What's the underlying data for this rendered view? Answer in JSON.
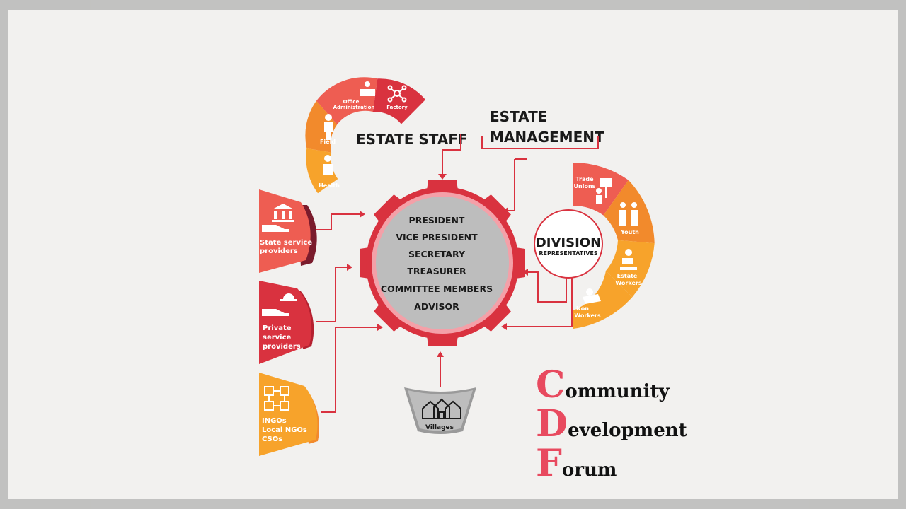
{
  "colors": {
    "red": "#d9323f",
    "red_dark": "#b5202f",
    "maroon": "#7a1b2c",
    "coral": "#ee5d52",
    "orange": "#f28a2c",
    "amber": "#f7a32b",
    "grey": "#bdbdbd",
    "grey_dark": "#9a9a9a",
    "paper": "#f2f1ef",
    "text": "#1a1a1a"
  },
  "estate_staff": {
    "heading": "ESTATE STAFF",
    "segments": [
      {
        "label": "Health",
        "icon": "nurse-icon"
      },
      {
        "label": "Field",
        "icon": "worker-icon"
      },
      {
        "label": "Office Administration",
        "label_line1": "Office",
        "label_line2": "Administration",
        "icon": "office-desk-icon"
      },
      {
        "label": "Factory",
        "icon": "network-icon"
      }
    ]
  },
  "estate_management": {
    "heading_line1": "ESTATE",
    "heading_line2": "MANAGEMENT"
  },
  "committee": {
    "roles": [
      "PRESIDENT",
      "VICE PRESIDENT",
      "SECRETARY",
      "TREASURER",
      "COMMITTEE MEMBERS",
      "ADVISOR"
    ]
  },
  "division": {
    "title": "DIVISION",
    "subtitle": "REPRESENTATIVES",
    "segments": [
      {
        "label": "Trade Unions",
        "label_line1": "Trade",
        "label_line2": "Unions",
        "icon": "protest-sign-icon"
      },
      {
        "label": "Youth",
        "icon": "youth-icon"
      },
      {
        "label": "Estate Workers",
        "label_line1": "Estate",
        "label_line2": "Workers",
        "icon": "construction-icon"
      },
      {
        "label": "Non Workers",
        "label_line1": "Non",
        "label_line2": "Workers",
        "icon": "resting-person-icon"
      }
    ]
  },
  "providers": [
    {
      "lines": [
        "State service",
        "providers"
      ],
      "icon": "government-building-icon"
    },
    {
      "lines": [
        "Private",
        "service",
        "providers"
      ],
      "icon": "hand-hat-icon"
    },
    {
      "lines": [
        "INGOs",
        "Local NGOs",
        "CSOs"
      ],
      "icon": "puzzle-network-icon"
    }
  ],
  "villages": {
    "label": "Villages",
    "icon": "houses-icon"
  },
  "cdf": {
    "words": [
      {
        "initial": "C",
        "rest": "ommunity"
      },
      {
        "initial": "D",
        "rest": "evelopment"
      },
      {
        "initial": "F",
        "rest": "orum"
      }
    ]
  }
}
